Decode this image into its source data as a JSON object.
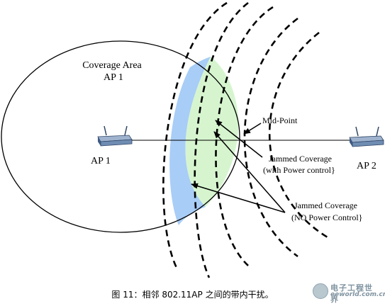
{
  "labels": {
    "coverage_line1": "Coverage Area",
    "coverage_line2": "AP 1",
    "ap1": "AP 1",
    "ap2": "AP 2",
    "midpoint": "Mid-Point",
    "jam_pc_line1": "Jammed Coverage",
    "jam_pc_line2": "(with Power control}",
    "jam_nopc_line1": "Jammed Coverage",
    "jam_nopc_line2": "(NO Power Control}"
  },
  "caption": "图 11：相邻 802.11AP 之间的带内干扰。",
  "logo": {
    "cn": "电子工程世界",
    "en": "eeworld.com.cn"
  },
  "colors": {
    "blue_region": "#a8cdf7",
    "green_region": "#d6f5cf",
    "stroke": "#000000",
    "router_body": "#6f8cb2",
    "router_dark": "#2f4565"
  }
}
